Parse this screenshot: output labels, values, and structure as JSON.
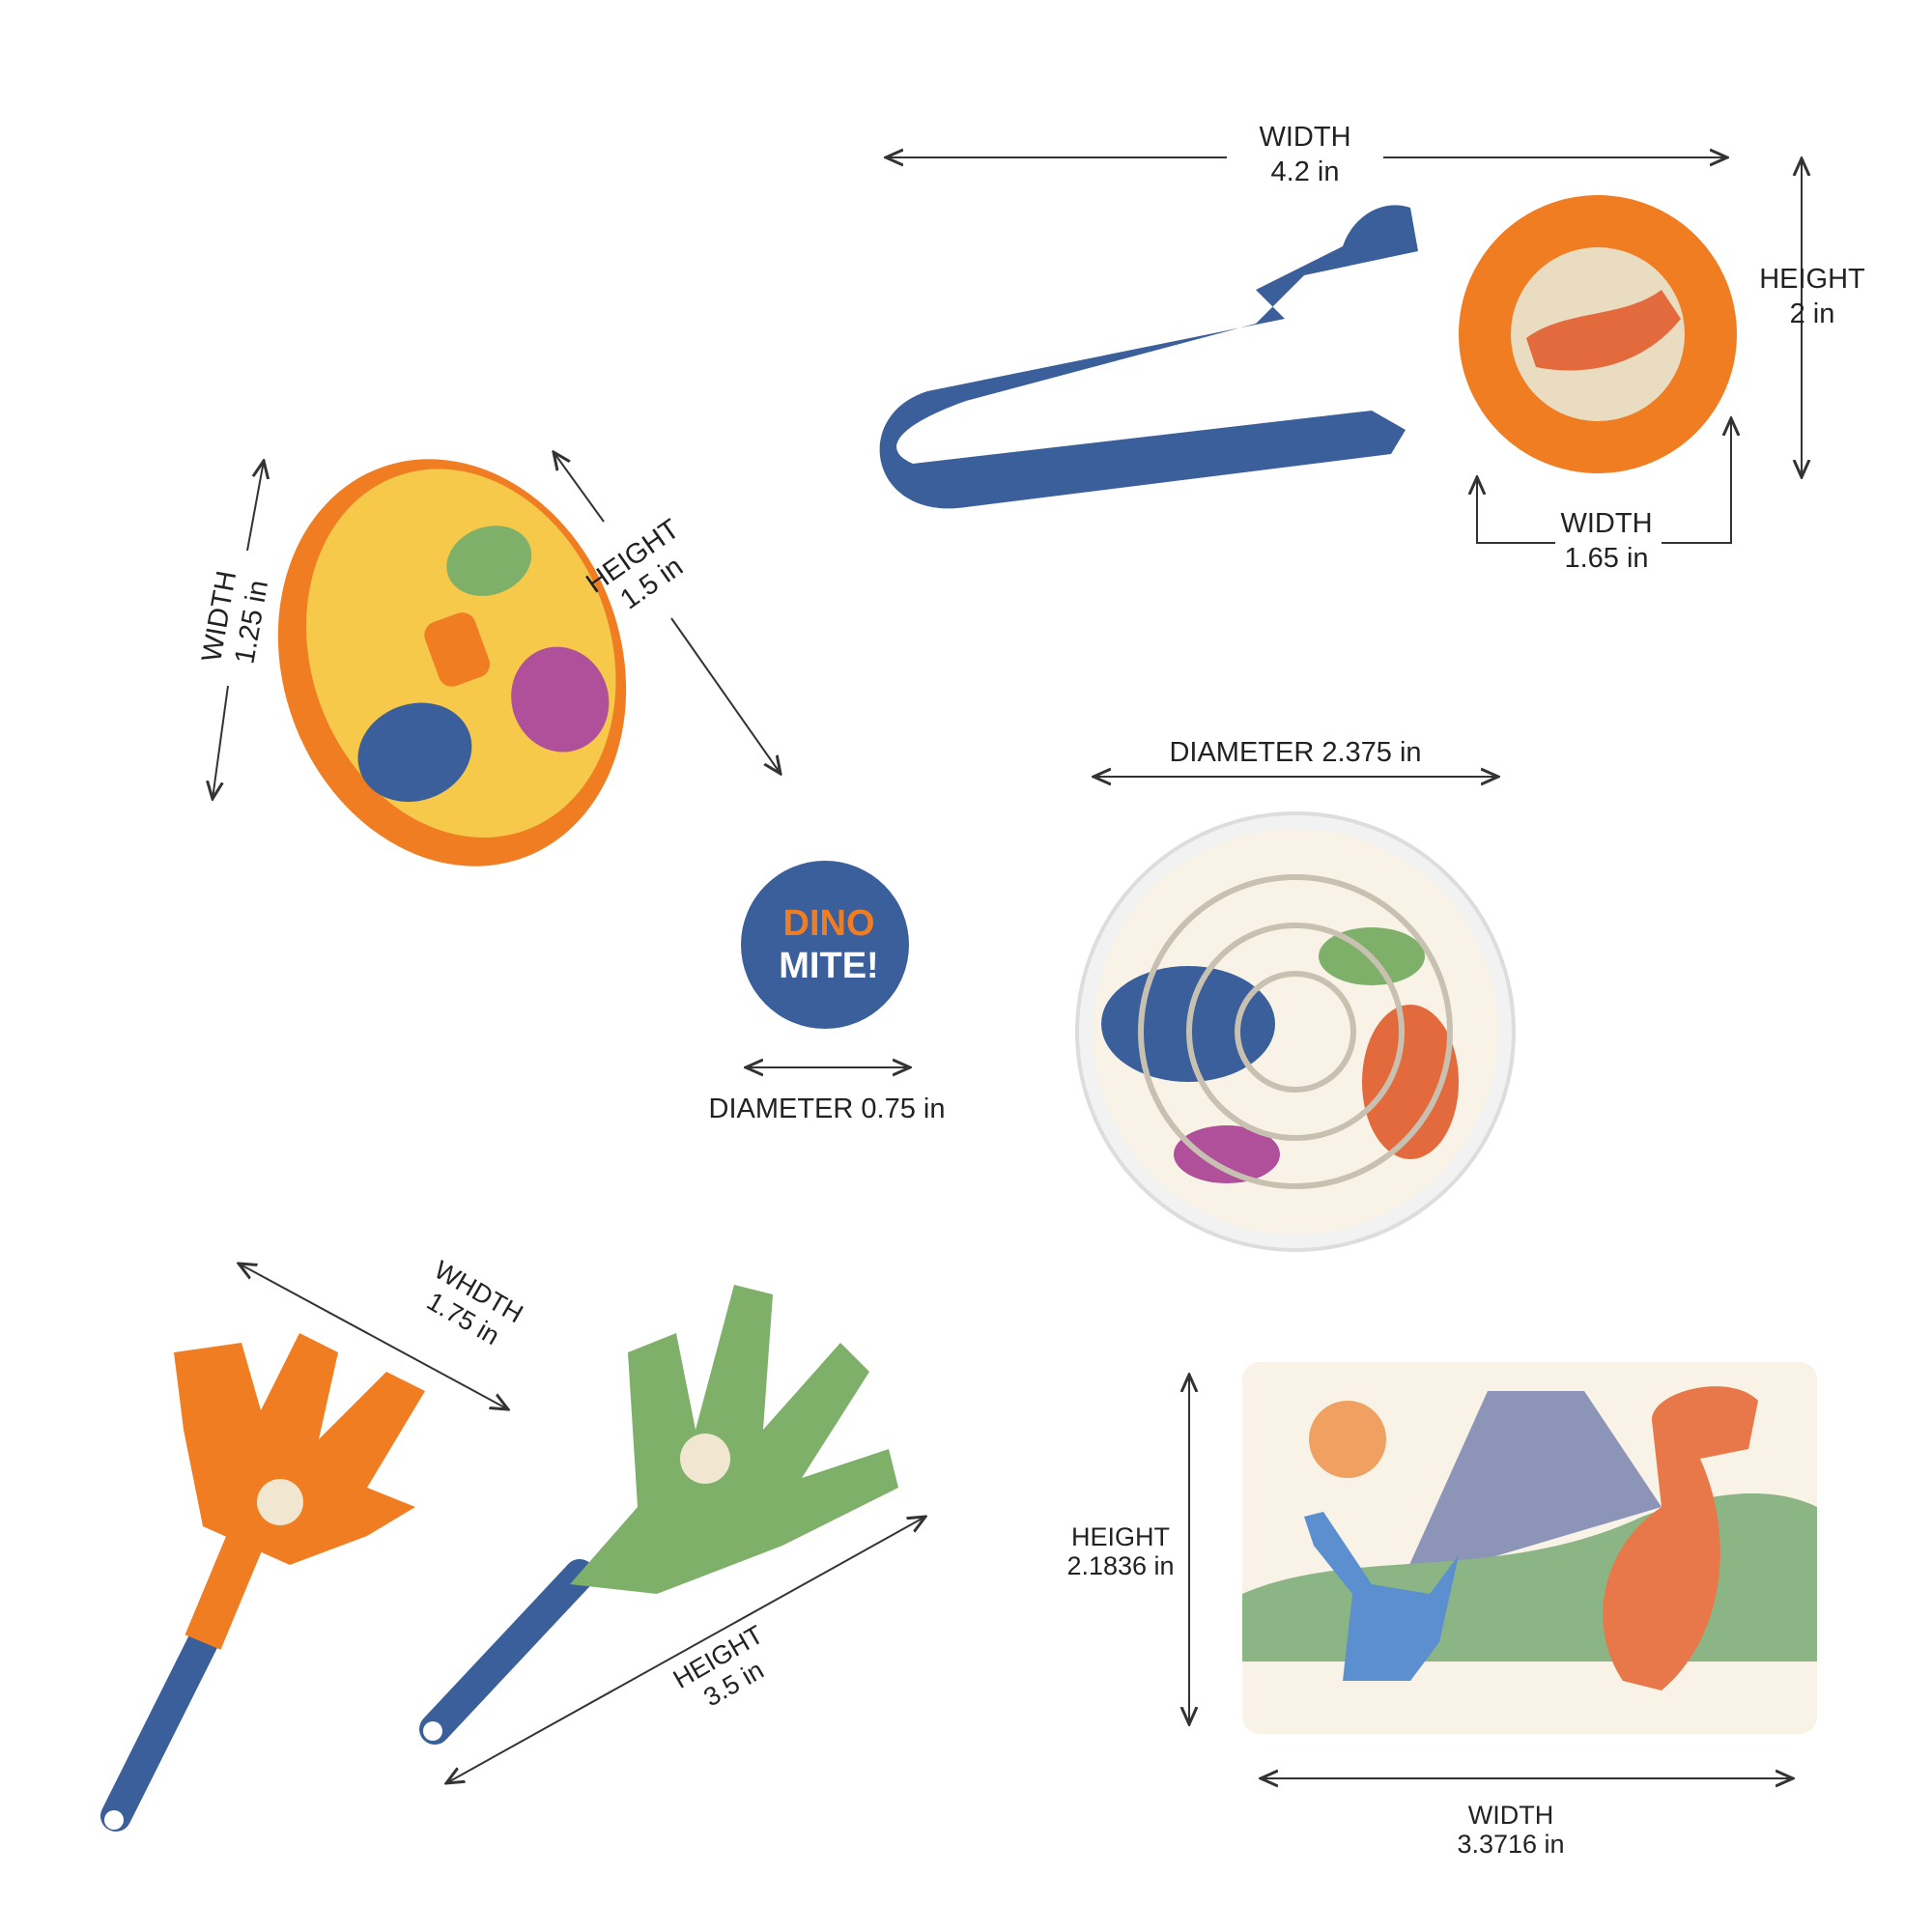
{
  "slingshot": {
    "width_label": "WIDTH",
    "width_value": "4.2 in"
  },
  "ring": {
    "height_label": "HEIGHT",
    "height_value": "2 in",
    "width_label": "WIDTH",
    "width_value": "1.65 in"
  },
  "spinning_top": {
    "width_label": "WIDTH",
    "width_value": "1.25 in",
    "height_label": "HEIGHT",
    "height_value": "1.5 in"
  },
  "sticker": {
    "text_line1": "DINO",
    "text_line2": "MITE!",
    "diameter_label": "DIAMETER 0.75 in"
  },
  "maze": {
    "diameter_label": "DIAMETER 2.375 in"
  },
  "clappers": {
    "width_label": "WHDTH",
    "width_value": "1.75 in",
    "height_label": "HEIGHT",
    "height_value": "3.5 in"
  },
  "card": {
    "height_label": "HEIGHT",
    "height_value": "2.1836 in",
    "width_label": "WIDTH",
    "width_value": "3.3716 in"
  },
  "colors": {
    "orange": "#f07d22",
    "blue": "#3a5f9a",
    "green": "#7fb06a",
    "yellow": "#f6c94a"
  }
}
